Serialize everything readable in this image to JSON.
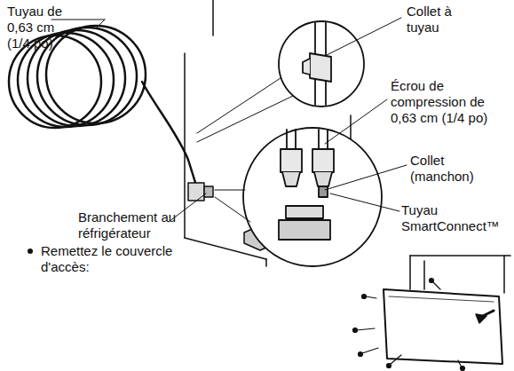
{
  "diagram": {
    "labels": [
      "Tuyau de 0,63 cm (1/4 po)",
      "Collet à tuyau",
      "Écrou de compression de 0,63 cm (1/4 po)",
      "Collet (manchon)",
      "Tuyau SmartConnect™",
      "Branchement au réfrigérateur",
      "Remettez le couvercle d'accès:"
    ]
  }
}
